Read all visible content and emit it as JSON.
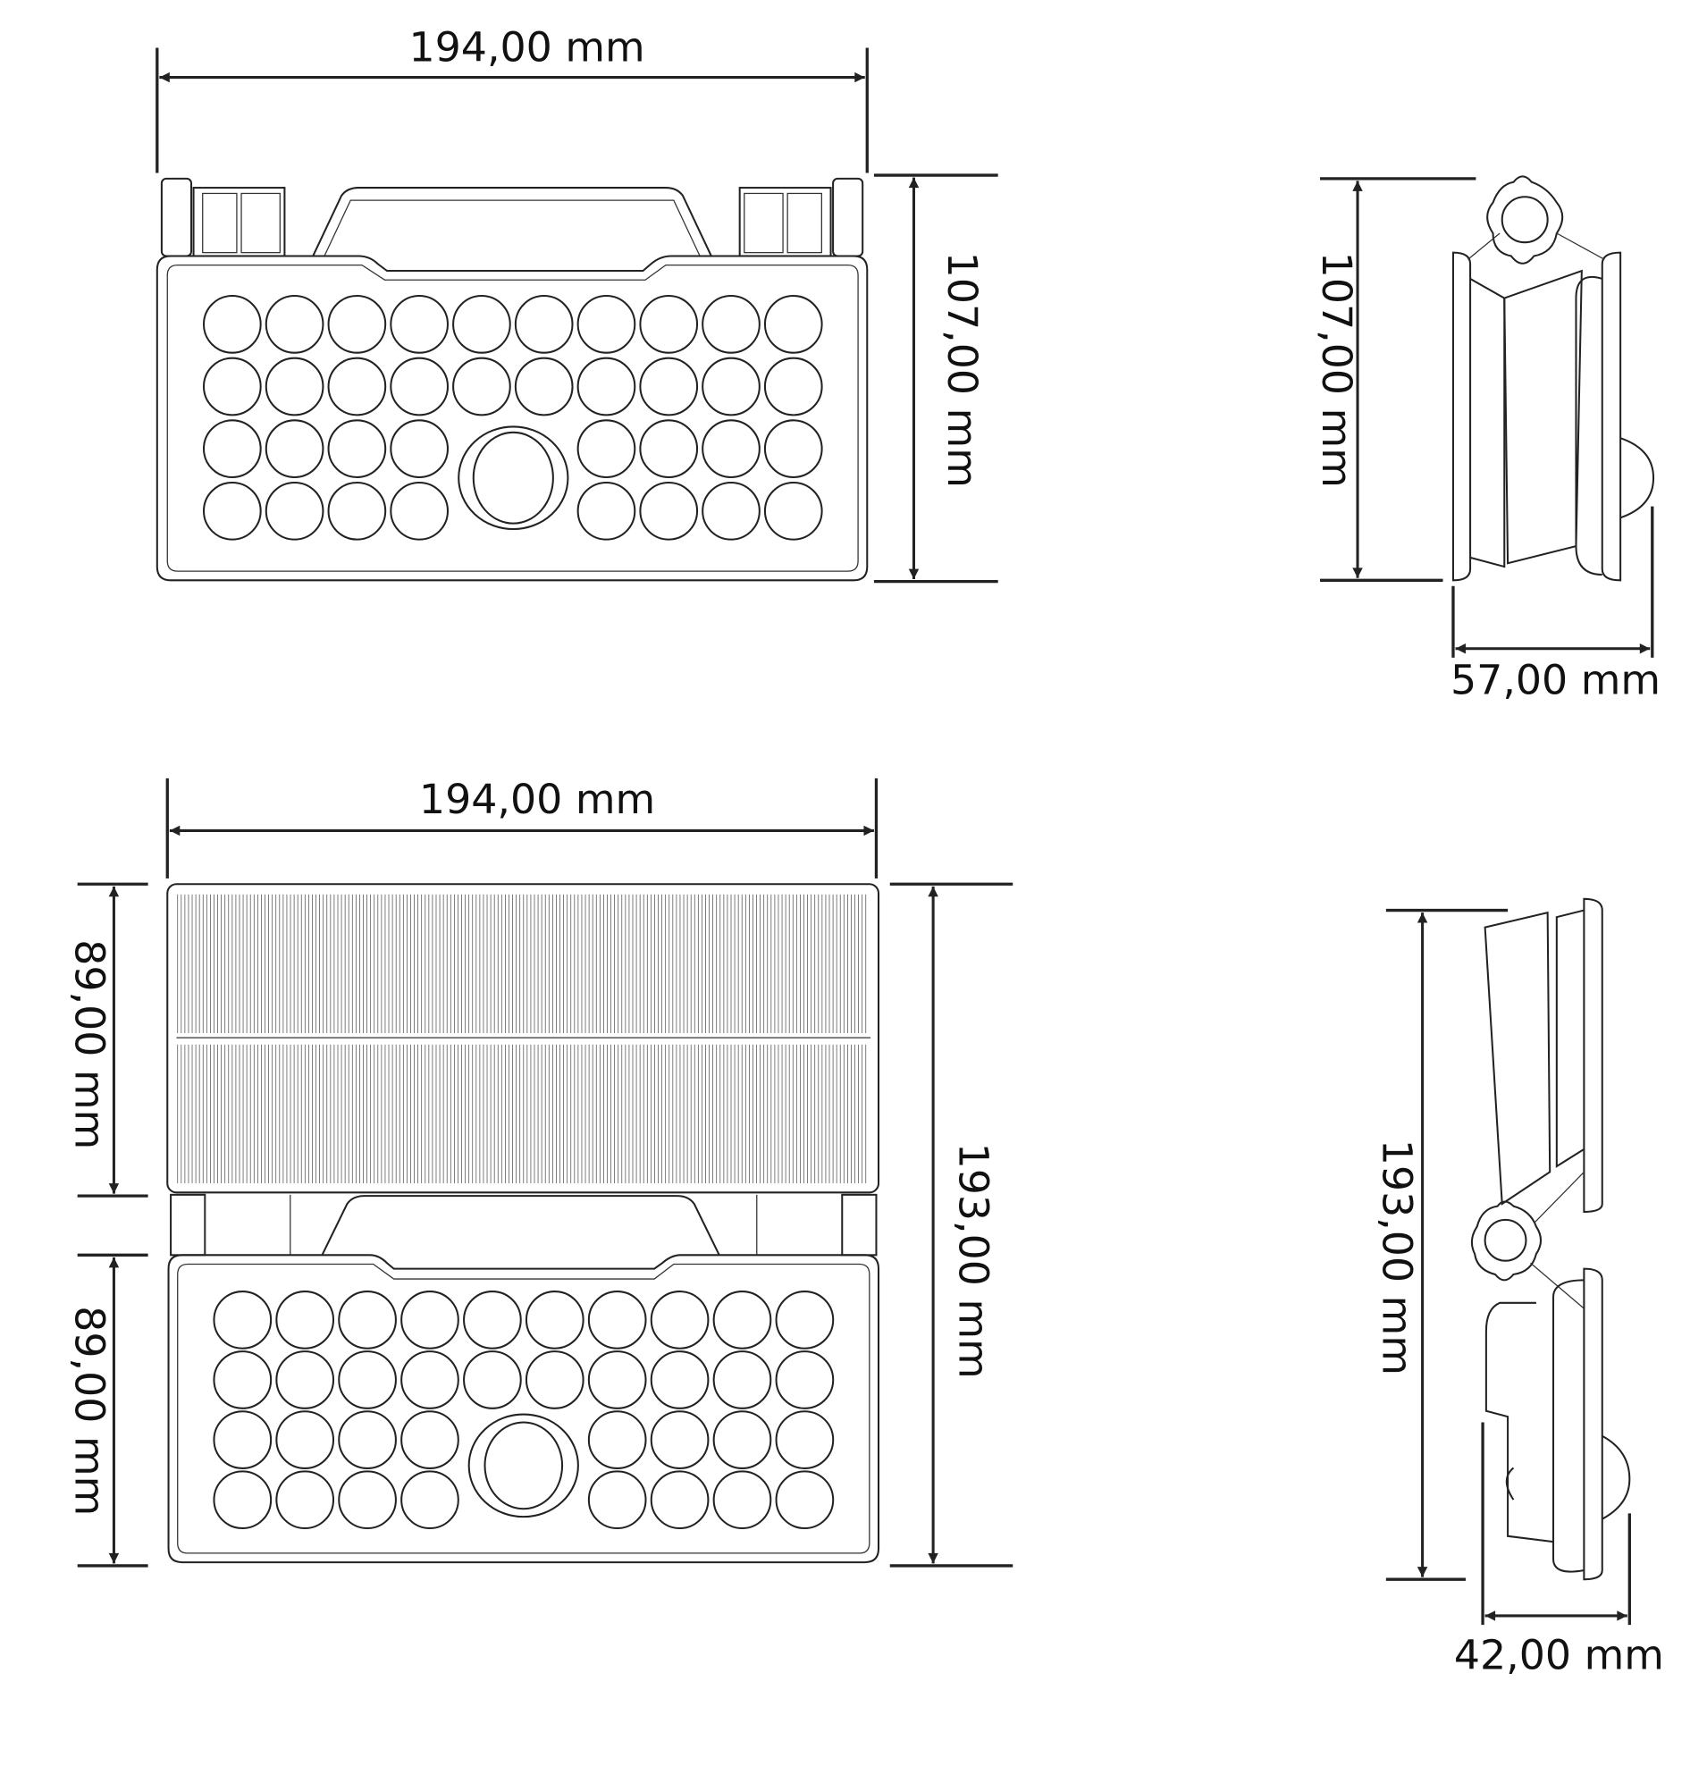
{
  "front_view": {
    "width_label": "194,00 mm",
    "height_label": "107,00 mm",
    "led_rows": 4,
    "led_columns": 10
  },
  "side_view": {
    "height_label": "107,00 mm",
    "depth_label": "57,00 mm"
  },
  "unfolded_view": {
    "width_label": "194,00 mm",
    "solar_panel_height_label": "89,00 mm",
    "lamp_panel_height_label": "89,00 mm",
    "total_height_label": "193,00 mm"
  },
  "unfolded_side_view": {
    "height_label": "193,00 mm",
    "depth_label": "42,00 mm"
  },
  "colors": {
    "line": "#222222",
    "background": "#ffffff"
  }
}
